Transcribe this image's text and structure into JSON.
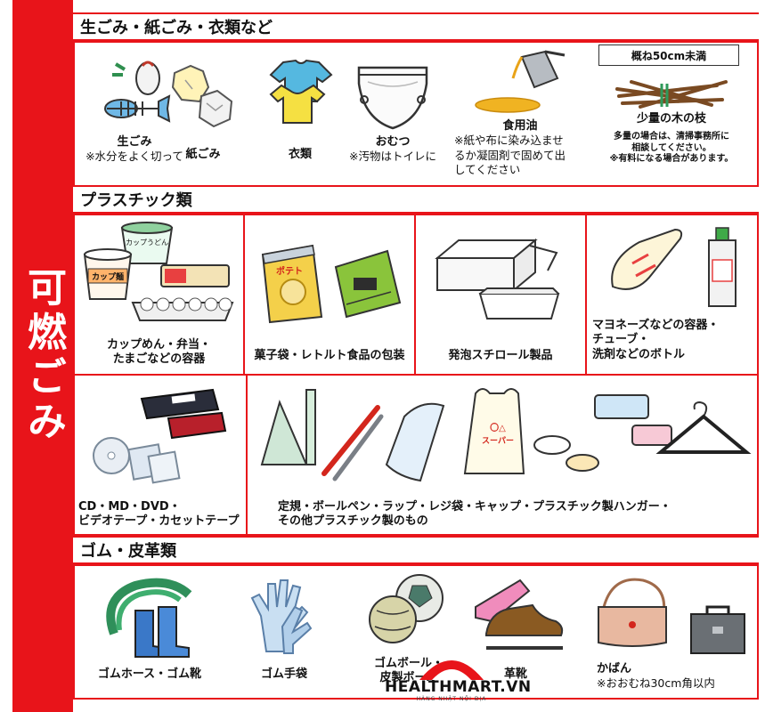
{
  "sidebar": {
    "title": "可燃ごみ"
  },
  "sections": {
    "garbage": {
      "title": "生ごみ・紙ごみ・衣類など"
    },
    "plastic": {
      "title": "プラスチック類"
    },
    "rubber": {
      "title": "ゴム・皮革類"
    }
  },
  "garbage_items": {
    "namagomi": {
      "label": "生ごみ",
      "note": "※水分をよく切って"
    },
    "kamigomi": {
      "label": "紙ごみ"
    },
    "irui": {
      "label": "衣類"
    },
    "omutsu": {
      "label": "おむつ",
      "note": "※汚物はトイレに"
    },
    "oil": {
      "label": "食用油",
      "note1": "※紙や布に染み込ませ",
      "note2": "るか凝固剤で固めて出",
      "note3": "してください"
    },
    "branches": {
      "size_note": "概ね50cm未満",
      "label": "少量の木の枝",
      "note1": "多量の場合は、清掃事務所に",
      "note2": "相談してください。",
      "note3": "※有料になる場合があります。"
    }
  },
  "plastic_items": {
    "containers": {
      "label1": "カップめん・弁当・",
      "label2": "たまごなどの容器",
      "cup_text1": "カップうどん",
      "cup_text2": "カップ麺"
    },
    "snack": {
      "label": "菓子袋・レトルト食品の包装",
      "bag_text": "ポテト"
    },
    "styrofoam": {
      "label": "発泡スチロール製品"
    },
    "bottles": {
      "label1": "マヨネーズなどの容器・",
      "label2": "チューブ・",
      "label3": "洗剤などのボトル"
    },
    "media": {
      "label1": "CD・MD・DVD・",
      "label2": "ビデオテープ・カセットテープ"
    },
    "misc": {
      "label1": "定規・ボールペン・ラップ・レジ袋・キャップ・プラスチック製ハンガー・",
      "label2": "その他プラスチック製のもの",
      "bag_text1": "〇△",
      "bag_text2": "スーパー"
    }
  },
  "rubber_items": {
    "hose": {
      "label": "ゴムホース・ゴム靴"
    },
    "gloves": {
      "label": "ゴム手袋"
    },
    "balls": {
      "label1": "ゴムボール・",
      "label2": "皮製ボール"
    },
    "shoes": {
      "label": "革靴"
    },
    "bag": {
      "label": "かばん",
      "note": "※おおむね30cm角以内"
    }
  },
  "logo": {
    "text": "HEALTHMART.VN",
    "sub": "HÀNG NHẬT NỘI ĐỊA"
  }
}
